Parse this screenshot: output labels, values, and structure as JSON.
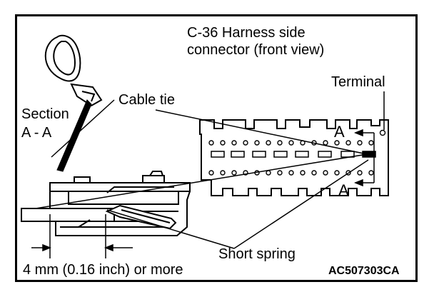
{
  "diagram": {
    "connector_title_line1": "C-36 Harness side",
    "connector_title_line2": "connector (front view)",
    "terminal_label": "Terminal",
    "cable_tie_label": "Cable tie",
    "section_label_line1": "Section",
    "section_label_line2": "A - A",
    "section_marker_top": "A",
    "section_marker_bottom": "A",
    "short_spring_label": "Short spring",
    "dimension_label": "4 mm (0.16 inch) or more",
    "figure_code": "AC507303CA"
  }
}
